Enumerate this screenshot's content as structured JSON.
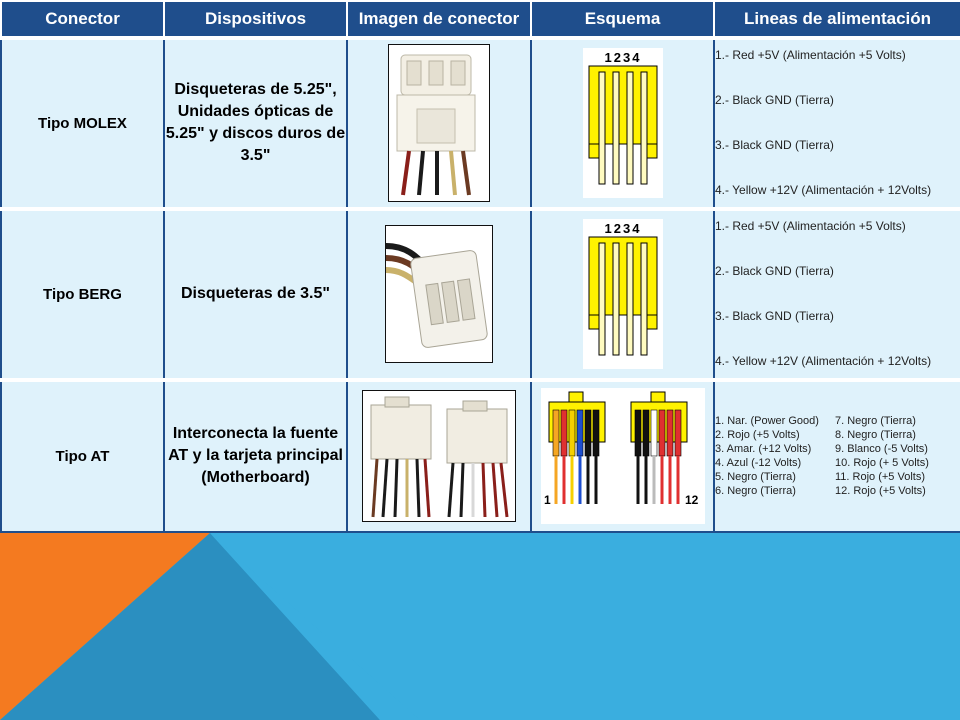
{
  "table": {
    "headers": [
      "Conector",
      "Dispositivos",
      "Imagen de conector",
      "Esquema",
      "Lineas de alimentación"
    ]
  },
  "rows": [
    {
      "connector": "Tipo MOLEX",
      "devices": "Disqueteras de 5.25\", Unidades ópticas de 5.25\" y discos duros de 3.5\"",
      "pin_numbers": "1234",
      "lines": [
        "1.- Red +5V (Alimentación +5 Volts)",
        "2.- Black GND (Tierra)",
        "3.- Black GND (Tierra)",
        "4.- Yellow +12V (Alimentación + 12Volts)"
      ]
    },
    {
      "connector": "Tipo BERG",
      "devices": "Disqueteras de 3.5\"",
      "pin_numbers": "1234",
      "lines": [
        "1.- Red +5V (Alimentación +5 Volts)",
        "2.- Black GND (Tierra)",
        "3.- Black GND (Tierra)",
        "4.- Yellow +12V (Alimentación + 12Volts)"
      ]
    },
    {
      "connector": "Tipo AT",
      "devices": "Interconecta la fuente AT y la tarjeta principal (Motherboard)",
      "pin_start": "1",
      "pin_end": "12",
      "lines_left": [
        "1. Nar. (Power Good)",
        "2. Rojo (+5 Volts)",
        "3. Amar. (+12 Volts)",
        "4. Azul (-12 Volts)",
        "5. Negro (Tierra)",
        "6. Negro (Tierra)"
      ],
      "lines_right": [
        "7. Negro (Tierra)",
        "8. Negro (Tierra)",
        "9. Blanco (-5 Volts)",
        "10. Rojo (+ 5 Volts)",
        "11. Rojo (+5 Volts)",
        "12. Rojo (+5 Volts)"
      ]
    }
  ],
  "colors": {
    "header_bg": "#1f4e8c",
    "cell_bg": "#dff2fb",
    "slide_blue": "#3aaedf",
    "slide_orange": "#f47a20",
    "slide_dark_blue": "#2b8fc0",
    "pin_yellow": "#fff200"
  }
}
